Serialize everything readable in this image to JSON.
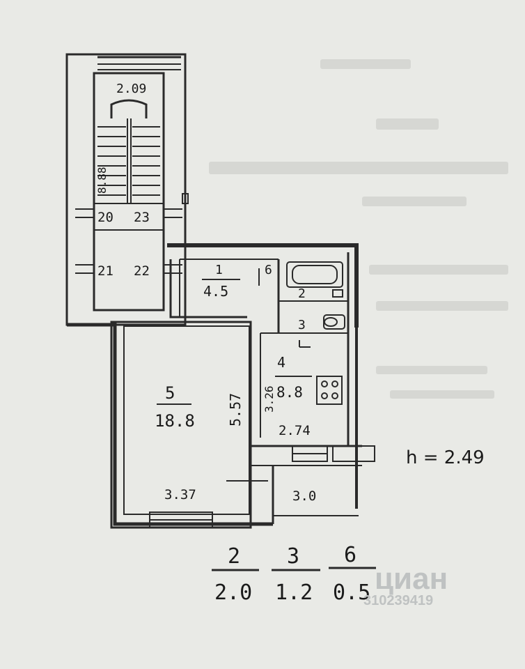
{
  "stair": {
    "width_label": "2.09",
    "side_label": "8.88",
    "door_labels": [
      "20",
      "23",
      "21",
      "22"
    ]
  },
  "rooms": {
    "hall": {
      "number": "1",
      "area": "4.5"
    },
    "storage_marker": "6",
    "bathroom_number": "2",
    "wc_number": "3",
    "kitchen": {
      "number": "4",
      "area": "8.8",
      "width": "2.74",
      "length": "3.26"
    },
    "living": {
      "number": "5",
      "area": "18.8",
      "width": "3.37",
      "length": "5.57"
    },
    "loggia_length": "3.0"
  },
  "ceiling_height": "h = 2.49",
  "summary": [
    {
      "number": "2",
      "area": "2.0"
    },
    {
      "number": "3",
      "area": "1.2"
    },
    {
      "number": "6",
      "area": "0.5"
    }
  ],
  "watermark": {
    "brand": "циан",
    "id": "310239419"
  },
  "colors": {
    "ink": "#1a1a1a",
    "paper": "#e9eae6",
    "wall": "#2a2a2a"
  }
}
